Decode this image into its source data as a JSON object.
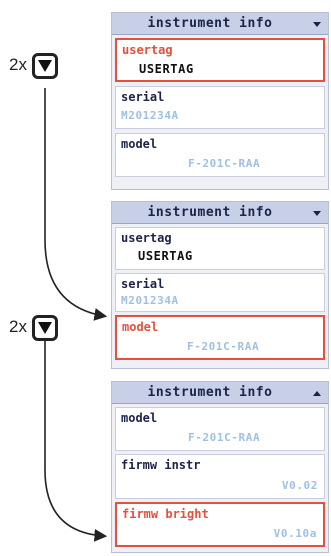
{
  "steps": [
    {
      "press_label": "2x",
      "button_icon": "down-arrow-icon"
    },
    {
      "press_label": "2x",
      "button_icon": "down-arrow-icon"
    }
  ],
  "panels": [
    {
      "title": "instrument info",
      "scroll_indicator": "down",
      "items": [
        {
          "label": "usertag",
          "value": "USERTAG",
          "selected": true
        },
        {
          "label": "serial",
          "value": "M201234A",
          "selected": false
        },
        {
          "label": "model",
          "value": "F-201C-RAA",
          "selected": false
        }
      ]
    },
    {
      "title": "instrument info",
      "scroll_indicator": "down",
      "items": [
        {
          "label": "usertag",
          "value": "USERTAG",
          "selected": false
        },
        {
          "label": "serial",
          "value": "M201234A",
          "selected": false
        },
        {
          "label": "model",
          "value": "F-201C-RAA",
          "selected": true
        }
      ]
    },
    {
      "title": "instrument info",
      "scroll_indicator": "up",
      "items": [
        {
          "label": "model",
          "value": "F-201C-RAA",
          "selected": false
        },
        {
          "label": "firmw instr",
          "value": "V0.02",
          "selected": false
        },
        {
          "label": "firmw bright",
          "value": "V0.10a",
          "selected": true
        }
      ]
    }
  ],
  "colors": {
    "header_bg": "#c8d0e8",
    "selected_border": "#e2503e",
    "value_text": "#9fc0e4"
  }
}
